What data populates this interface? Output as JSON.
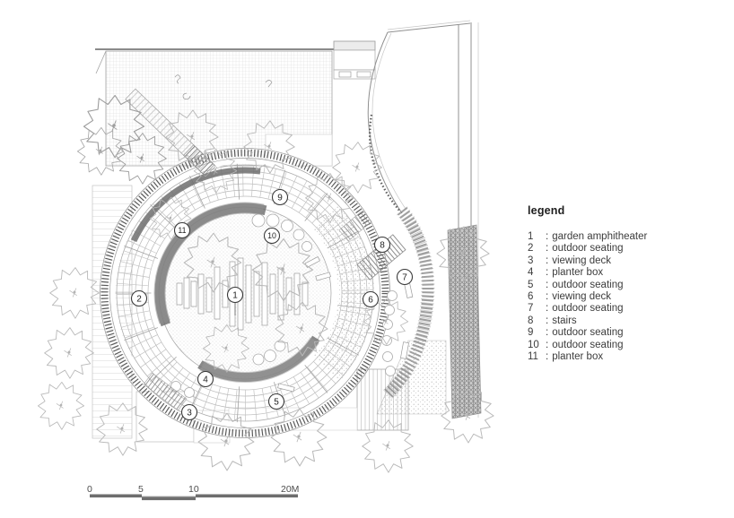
{
  "legend": {
    "title": "legend",
    "separator": ":",
    "items": [
      {
        "num": "1",
        "label": "garden amphitheater"
      },
      {
        "num": "2",
        "label": "outdoor seating"
      },
      {
        "num": "3",
        "label": "viewing deck"
      },
      {
        "num": "4",
        "label": "planter box"
      },
      {
        "num": "5",
        "label": "outdoor seating"
      },
      {
        "num": "6",
        "label": "viewing deck"
      },
      {
        "num": "7",
        "label": "outdoor seating"
      },
      {
        "num": "8",
        "label": "stairs"
      },
      {
        "num": "9",
        "label": "outdoor seating"
      },
      {
        "num": "10",
        "label": "outdoor seating"
      },
      {
        "num": "11",
        "label": "planter box"
      }
    ]
  },
  "plan": {
    "callouts": [
      "1",
      "2",
      "3",
      "4",
      "5",
      "6",
      "7",
      "8",
      "9",
      "10",
      "11"
    ]
  },
  "scalebar": {
    "labels": [
      "0",
      "5",
      "10",
      "20M"
    ]
  },
  "colors": {
    "ink": "#3c3c3c",
    "line_light": "#b4b4b4",
    "line_mid": "#8a8a8a",
    "band_dark": "#5a5a5a",
    "background": "#ffffff"
  }
}
